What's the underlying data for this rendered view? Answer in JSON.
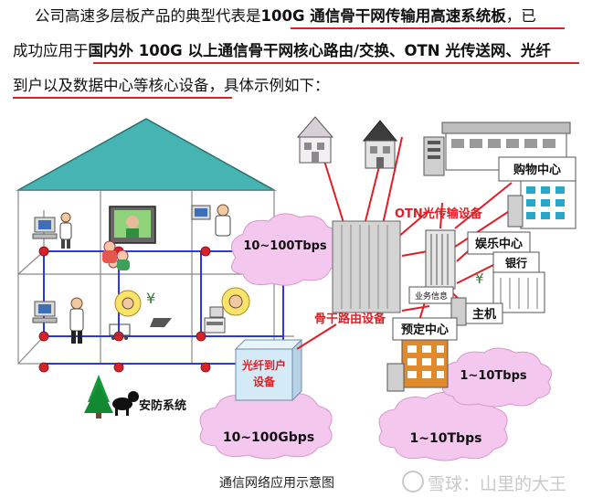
{
  "intro": {
    "line1_a": "公司高速多层板产品的典型代表是",
    "line1_b": "100G 通信骨干网传输用高速系统板",
    "line1_c": "，已",
    "line2_a": "成功应用于",
    "line2_b": "国内外 100G 以上通信骨干网核心路由/交换、OTN 光传送网、光纤",
    "line3_a": "到户以及数据中心等核心设备",
    "line3_b": "，具体示例如下："
  },
  "diagram": {
    "cloud_top_left": "10~100Tbps",
    "cloud_bottom_left": "10~100Gbps",
    "cloud_bottom_right": "1~10Tbps",
    "cloud_right": "1~10Tbps",
    "box_fiber_1": "光纤到户",
    "box_fiber_2": "设备",
    "security_label": "安防系统",
    "otn_label": "OTN光传输设备",
    "backbone_label": "骨干路由设备",
    "service_label": "业务信息",
    "shopping_label": "购物中心",
    "entertainment_label": "娱乐中心",
    "bank_label": "银行",
    "host_label": "主机",
    "booking_label": "预定中心"
  },
  "caption": "通信网络应用示意图",
  "watermark": "雪球：山里的大王",
  "colors": {
    "red": "#e01e25",
    "house_teal": "#45b4b2",
    "cloud_pink": "#f4c8ee",
    "wire_blue": "#2a3bd6",
    "box_blue": "#d5eaf7"
  }
}
